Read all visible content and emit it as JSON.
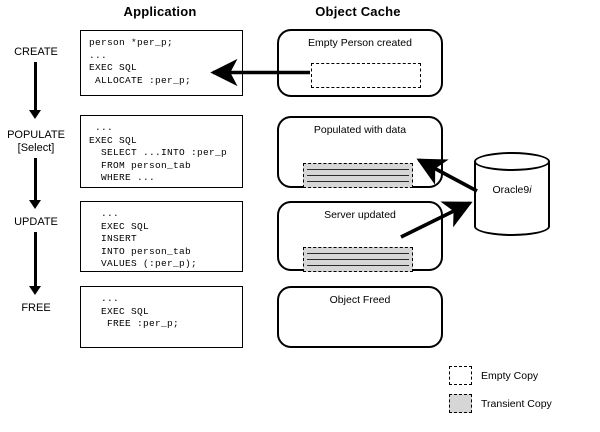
{
  "headers": {
    "application": "Application",
    "object_cache": "Object Cache"
  },
  "phases": [
    {
      "label": "CREATE",
      "sub": ""
    },
    {
      "label": "POPULATE",
      "sub": "[Select]"
    },
    {
      "label": "UPDATE",
      "sub": ""
    },
    {
      "label": "FREE",
      "sub": ""
    }
  ],
  "code_boxes": [
    {
      "name": "create",
      "text": "person *per_p;\n...\nEXEC SQL\n ALLOCATE :per_p;"
    },
    {
      "name": "populate",
      "text": " ...\nEXEC SQL\n  SELECT ...INTO :per_p\n  FROM person_tab\n  WHERE ..."
    },
    {
      "name": "update",
      "text": "  ...\n  EXEC SQL\n  INSERT\n  INTO person_tab\n  VALUES (:per_p);"
    },
    {
      "name": "free",
      "text": "  ...\n  EXEC SQL\n   FREE :per_p;"
    }
  ],
  "cache_boxes": [
    {
      "name": "empty-person-created",
      "label": "Empty Person created",
      "copy": "empty"
    },
    {
      "name": "populated-with-data",
      "label": "Populated with data",
      "copy": "transient"
    },
    {
      "name": "server-updated",
      "label": "Server updated",
      "copy": "transient"
    },
    {
      "name": "object-freed",
      "label": "Object Freed",
      "copy": "none"
    }
  ],
  "database": {
    "label_main": "Oracle9",
    "label_italic": "i"
  },
  "legend": {
    "items": [
      {
        "swatch": "empty",
        "label": "Empty Copy"
      },
      {
        "swatch": "transient",
        "label": "Transient Copy"
      }
    ]
  },
  "colors": {
    "ink": "#000000",
    "transient_fill": "#d6d6d6",
    "background": "#ffffff"
  }
}
